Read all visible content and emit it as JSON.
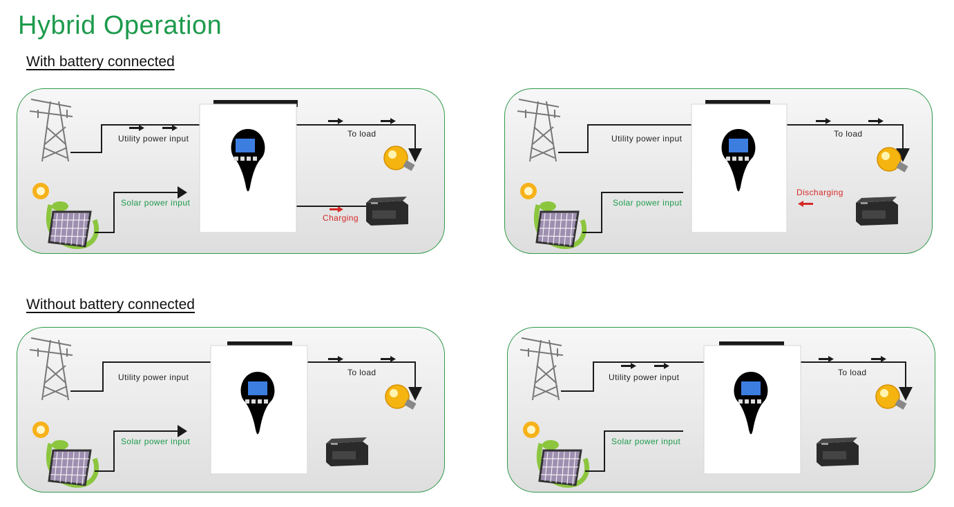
{
  "title": "Hybrid Operation",
  "sections": [
    {
      "label": "With battery connected",
      "panels": [
        {
          "utility": "Utility power input",
          "solar": "Solar power input",
          "load": "To load",
          "battery": "Charging",
          "battery_state": "charging"
        },
        {
          "utility": "Utility power input",
          "solar": "Solar power input",
          "load": "To load",
          "battery": "Discharging",
          "battery_state": "discharging"
        }
      ]
    },
    {
      "label": "Without battery connected",
      "panels": [
        {
          "utility": "Utility power input",
          "solar": "Solar power input",
          "load": "To load",
          "battery": "",
          "battery_state": "none"
        },
        {
          "utility": "Utility power input",
          "solar": "Solar power input",
          "load": "To load",
          "battery": "",
          "battery_state": "none"
        }
      ]
    }
  ],
  "colors": {
    "title": "#1d9a4c",
    "border": "#2e9a49",
    "solar_label": "#1d9a4c",
    "battery_label": "#d62828"
  },
  "icons": [
    "power-tower-icon",
    "solar-panel-icon",
    "inverter-icon",
    "light-bulb-icon",
    "battery-icon",
    "arrow-icon"
  ]
}
